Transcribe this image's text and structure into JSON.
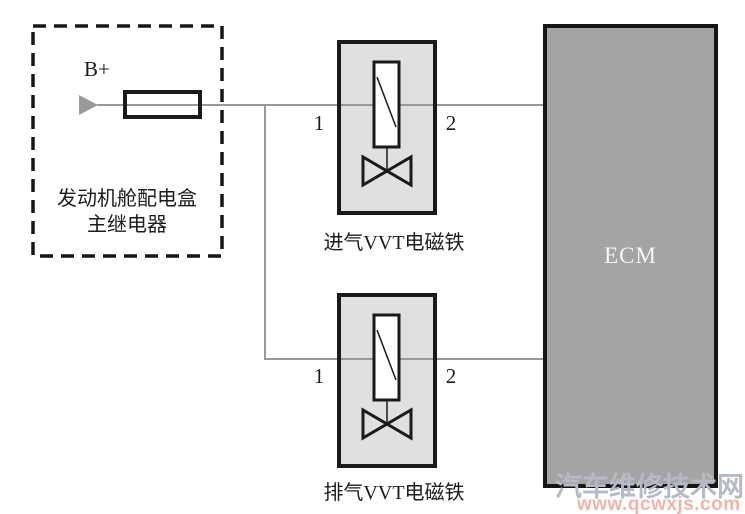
{
  "diagram": {
    "title_implicit": "VVT solenoid wiring diagram",
    "power_source": {
      "label": "B+"
    },
    "relay_box": {
      "label_line1": "发动机舱配电盒",
      "label_line2": "主继电器"
    },
    "solenoids": [
      {
        "label": "进气VVT电磁铁",
        "pin_left": "1",
        "pin_right": "2"
      },
      {
        "label": "排气VVT电磁铁",
        "pin_left": "1",
        "pin_right": "2"
      }
    ],
    "ecm": {
      "label": "ECM"
    }
  },
  "watermark": {
    "site_name": "汽车维修技术网",
    "site_url": "www.qcwxjs.com"
  },
  "colors": {
    "wire": "#989898",
    "symbol_border": "#1a1a1a",
    "solenoid_fill": "#e0e0e0",
    "ecm_fill": "#a4a4a4",
    "ecm_text": "#f6f6f6",
    "arrow": "#9a9a9a",
    "watermark_name": "#b4bbc7",
    "watermark_url": "#f0b3ad"
  }
}
